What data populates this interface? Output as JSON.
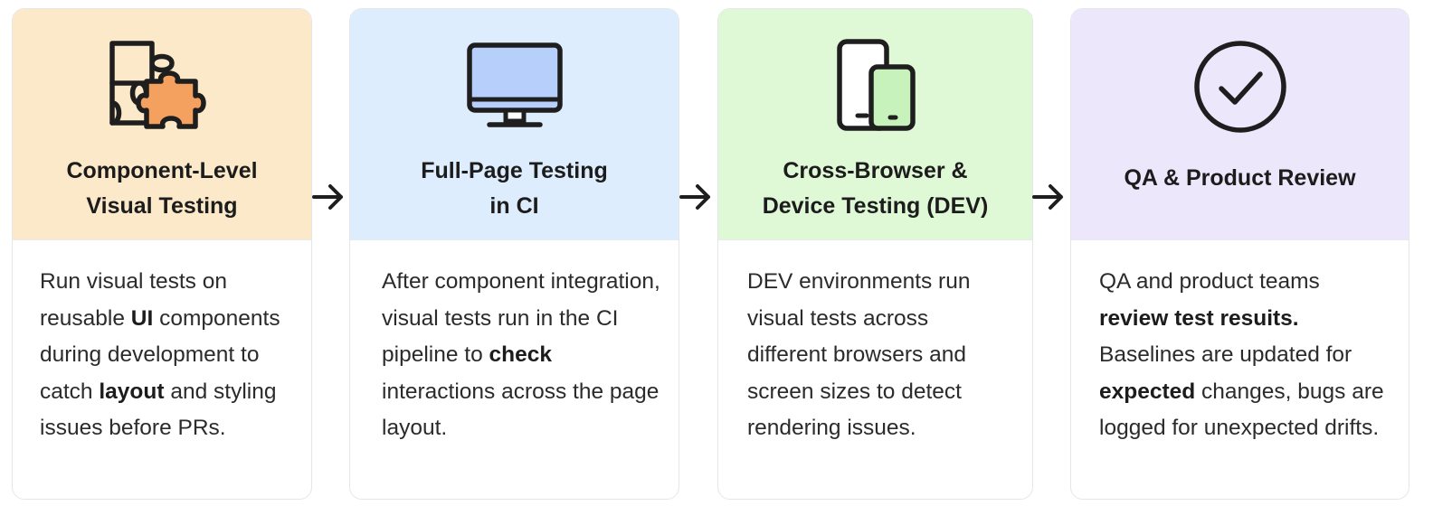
{
  "steps": [
    {
      "title": "Component-Level\nVisual Testing",
      "icon": "puzzle-icon",
      "top_color": "#fbe9c9",
      "body": [
        {
          "t": "Run visual tests on reusable "
        },
        {
          "t": "UI",
          "b": true
        },
        {
          "t": " components during development to catch "
        },
        {
          "t": "layout",
          "b": true
        },
        {
          "t": " and styling issues before PRs."
        }
      ]
    },
    {
      "title": "Full-Page Testing\nin CI",
      "icon": "monitor-icon",
      "top_color": "#deedfd",
      "body": [
        {
          "t": "After component integration, visual tests run in the CI pipeline to "
        },
        {
          "t": "check",
          "b": true
        },
        {
          "t": " interactions across the page layout."
        }
      ]
    },
    {
      "title": "Cross-Browser &\nDevice Testing (DEV)",
      "icon": "devices-icon",
      "top_color": "#dff8d6",
      "body": [
        {
          "t": "DEV environments run visual tests across different browsers and screen sizes to detect rendering issues."
        }
      ]
    },
    {
      "title": "QA & Product Review",
      "icon": "check-circle-icon",
      "top_color": "#ece7fb",
      "body": [
        {
          "t": "QA and product teams "
        },
        {
          "t": "review test resuits.",
          "b": true
        },
        {
          "t": " Baselines are updated for "
        },
        {
          "t": "expected",
          "b": true
        },
        {
          "t": " changes, bugs are logged for unexpec­ted drifts."
        }
      ]
    }
  ],
  "arrows": [
    "arrow-right-icon",
    "arrow-right-icon",
    "arrow-right-icon"
  ],
  "colors": {
    "puzzle_fill": "#f4a160",
    "monitor_screen": "#b6cffb",
    "device_screen": "#c8f2bc",
    "stroke": "#1e1e1e"
  }
}
